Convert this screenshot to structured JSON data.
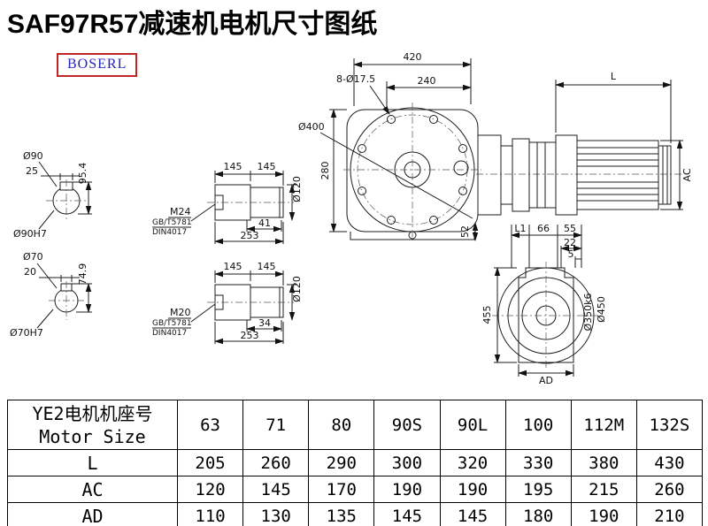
{
  "page": {
    "title": "SAF97R57减速机电机尺寸图纸",
    "logo": "BOSERL"
  },
  "shaft_section_top": {
    "diameter": "Ø90",
    "key_width": "25",
    "key_height": "95.4",
    "bore": "Ø90H7"
  },
  "shaft_section_bottom": {
    "diameter": "Ø70",
    "key_width": "20",
    "key_height": "74.9",
    "bore": "Ø70H7"
  },
  "shaft_view_top": {
    "len1": "145",
    "len2": "145",
    "flange_diameter": "Ø120",
    "thread": "M24",
    "standard1": "GB/T5781",
    "standard2": "DIN4017",
    "thread_length": "41",
    "total_length": "253"
  },
  "shaft_view_bottom": {
    "len1": "145",
    "len2": "145",
    "flange_diameter": "Ø120",
    "thread": "M20",
    "standard1": "GB/T5781",
    "standard2": "DIN4017",
    "thread_length": "34",
    "total_length": "253"
  },
  "front_view": {
    "overall_width": "420",
    "bolt_holes": "8-Ø17.5",
    "flange_width": "240",
    "flange_diameter": "Ø400",
    "height": "280",
    "foot_height": "52"
  },
  "side_view": {
    "motor_length": "L",
    "motor_height": "AC"
  },
  "flange_view": {
    "l1": "L1",
    "dim66": "66",
    "dim55": "55",
    "dim22": "22",
    "dim5": "5",
    "height": "455",
    "spigot_diameter": "Ø350k6",
    "outer_diameter": "Ø450",
    "width": "AD"
  },
  "table": {
    "header_cn": "YE2电机机座号",
    "header_en": "Motor Size",
    "sizes": [
      "63",
      "71",
      "80",
      "90S",
      "90L",
      "100",
      "112M",
      "132S"
    ],
    "rows": [
      {
        "label": "L",
        "values": [
          "205",
          "260",
          "290",
          "300",
          "320",
          "330",
          "380",
          "430"
        ]
      },
      {
        "label": "AC",
        "values": [
          "120",
          "145",
          "170",
          "190",
          "190",
          "195",
          "215",
          "260"
        ]
      },
      {
        "label": "AD",
        "values": [
          "110",
          "130",
          "135",
          "145",
          "145",
          "180",
          "190",
          "210"
        ]
      }
    ]
  }
}
